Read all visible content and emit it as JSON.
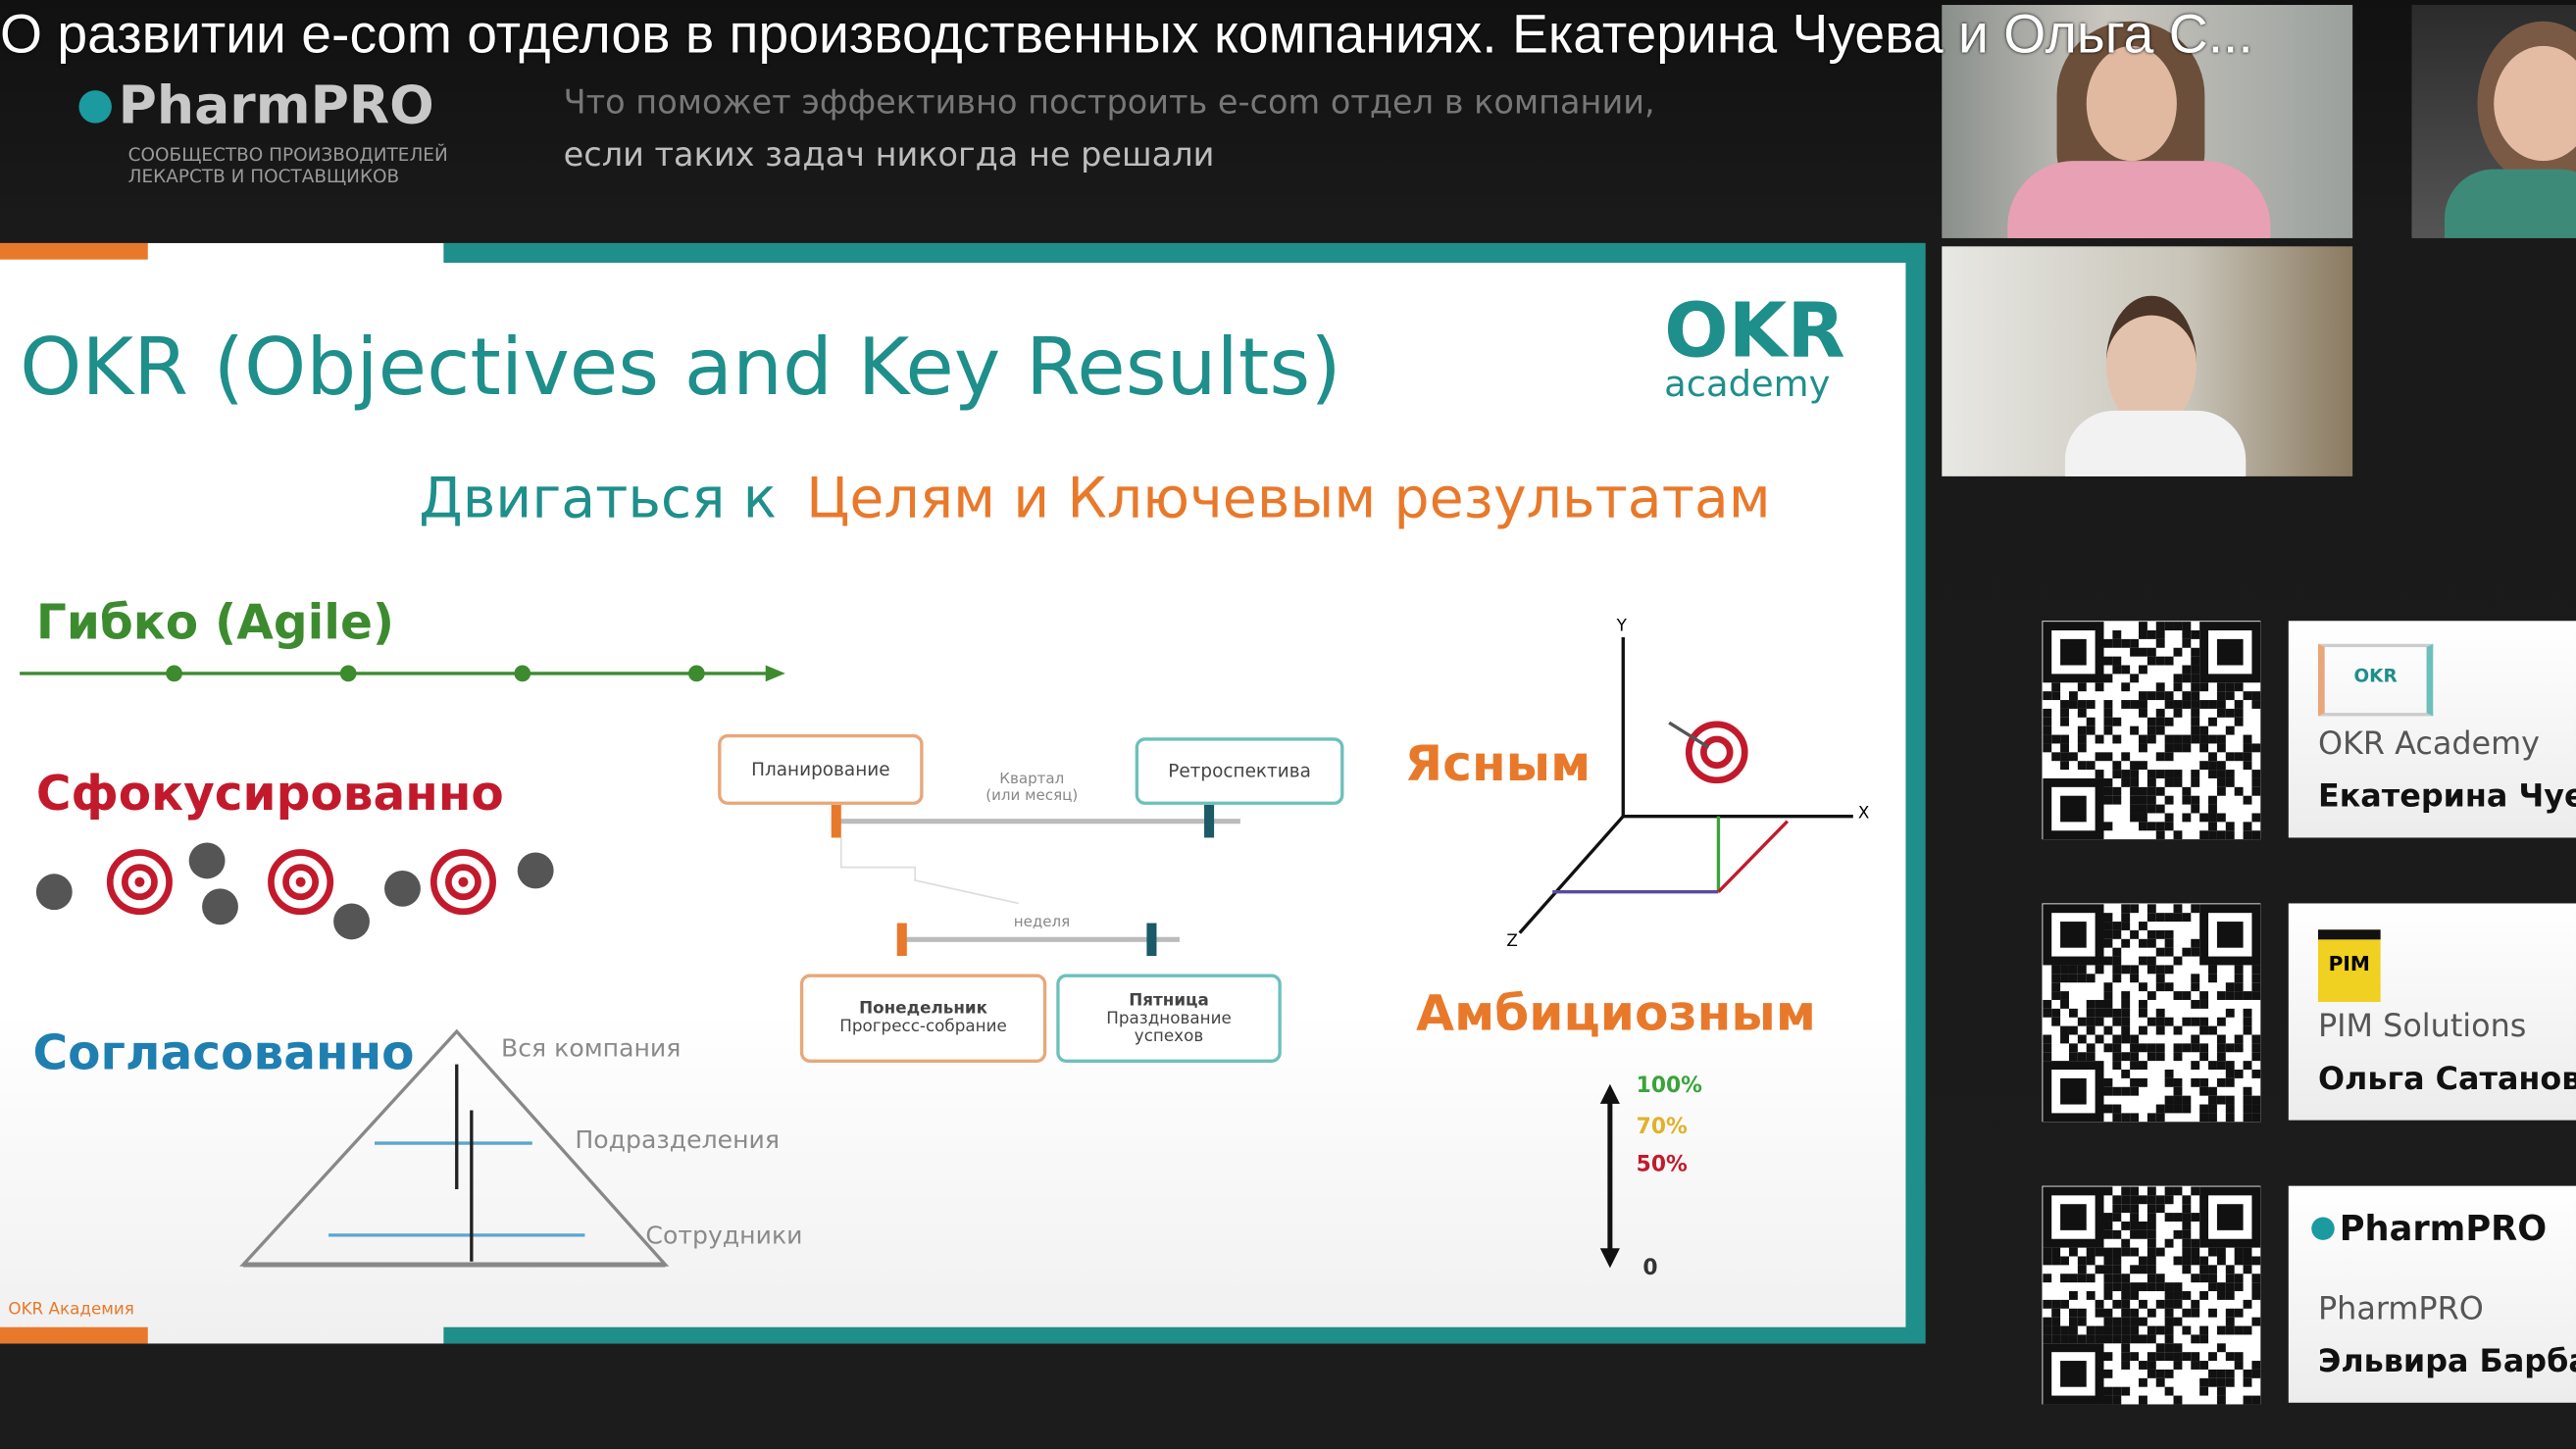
{
  "video": {
    "title": "О развитии e-com отделов в производственных компаниях. Екатерина Чуева и Ольга С..."
  },
  "header": {
    "logo": "PharmPRO",
    "logo_subtitle": "СООБЩЕСТВО ПРОИЗВОДИТЕЛЕЙ\nЛЕКАРСТВ И ПОСТАВЩИКОВ",
    "banner_lines": [
      "Что поможет эффективно построить e-com отдел в компании,",
      "если таких задач никогда не решали"
    ]
  },
  "slide": {
    "title": "OKR (Objectives and Key Results)",
    "logo_big": "OKR",
    "logo_small": "academy",
    "subtitle_a": "Двигаться к",
    "subtitle_b": "Целям и Ключевым результатам",
    "agile": "Гибко (Agile)",
    "focused": "Сфокусированно",
    "aligned": "Согласованно",
    "pyramid": [
      "Вся компания",
      "Подразделения",
      "Сотрудники"
    ],
    "cycle": {
      "planning": "Планирование",
      "retro": "Ретроспектива",
      "quarter": "Квартал",
      "quarter_note": "(или месяц)",
      "week": "неделя",
      "monday": "Понедельник",
      "monday_note": "Прогресс-собрание",
      "friday": "Пятница",
      "friday_note": "Празднование успехов"
    },
    "clear": "Ясным",
    "axes": {
      "x": "X",
      "y": "Y",
      "z": "Z"
    },
    "ambitious": "Амбициозным",
    "levels": [
      {
        "label": "100%",
        "color": "#3aa33a"
      },
      {
        "label": "70%",
        "color": "#e2b12a"
      },
      {
        "label": "50%",
        "color": "#c21a2c"
      },
      {
        "label": "0",
        "color": "#333333"
      }
    ],
    "footer": "OKR Академия",
    "colors": {
      "teal": "#1e8f8a",
      "orange": "#e8792b",
      "green": "#3d8b2f",
      "red": "#c21a2c",
      "blue": "#1f7fb0"
    }
  },
  "speakers": [
    {
      "org": "OKR Academy",
      "name": "Екатерина Чуева"
    },
    {
      "org": "PIM Solutions",
      "name": "Ольга Сатанова"
    },
    {
      "org": "PharmPRO",
      "name": "Эльвира Барбашина",
      "logo": "PharmPRO"
    }
  ]
}
